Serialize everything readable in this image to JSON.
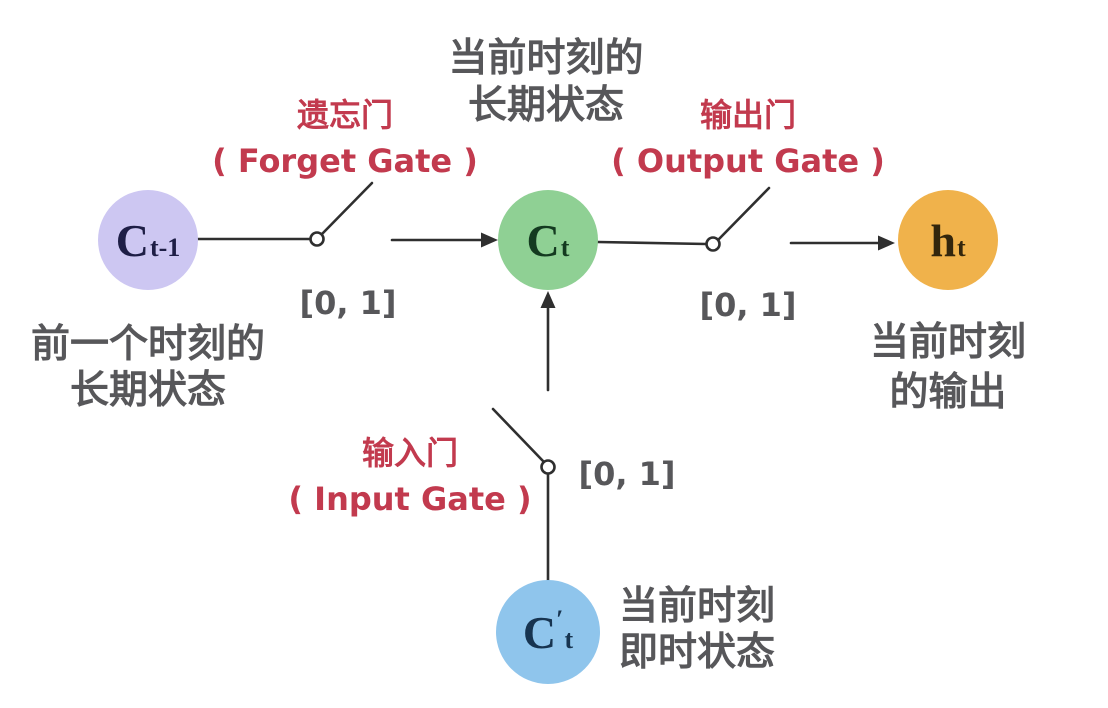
{
  "diagram": {
    "title": {
      "line1": "当前时刻的",
      "line2": "长期状态"
    },
    "nodes": {
      "prev_cell_state": {
        "base": "C",
        "sub": "t-1"
      },
      "current_cell_state": {
        "base": "C",
        "sub": "t"
      },
      "output_state": {
        "base": "h",
        "sub": "t"
      },
      "candidate_state": {
        "base": "C",
        "prime": "′",
        "sub": "t"
      }
    },
    "captions": {
      "prev": {
        "line1": "前一个时刻的",
        "line2": "长期状态"
      },
      "output": {
        "line1": "当前时刻",
        "line2": "的输出"
      },
      "candidate": {
        "line1": "当前时刻",
        "line2": "即时状态"
      }
    },
    "gates": {
      "forget": {
        "cn": "遗忘门",
        "en": "( Forget Gate )",
        "range": "[0, 1]"
      },
      "output": {
        "cn": "输出门",
        "en": "( Output Gate )",
        "range": "[0, 1]"
      },
      "input": {
        "cn": "输入门",
        "en": "( Input Gate )",
        "range": "[0, 1]"
      }
    },
    "colors": {
      "gate_label_red": "#c23a4e",
      "caption_gray": "#57575a",
      "wire_black": "#2f2f2f",
      "node_prev_purple": "#cdc7f2",
      "node_cell_green": "#8fd094",
      "node_output_orange": "#f0b24b",
      "node_candidate_blue": "#8fc5ec",
      "background": "#ffffff"
    }
  }
}
